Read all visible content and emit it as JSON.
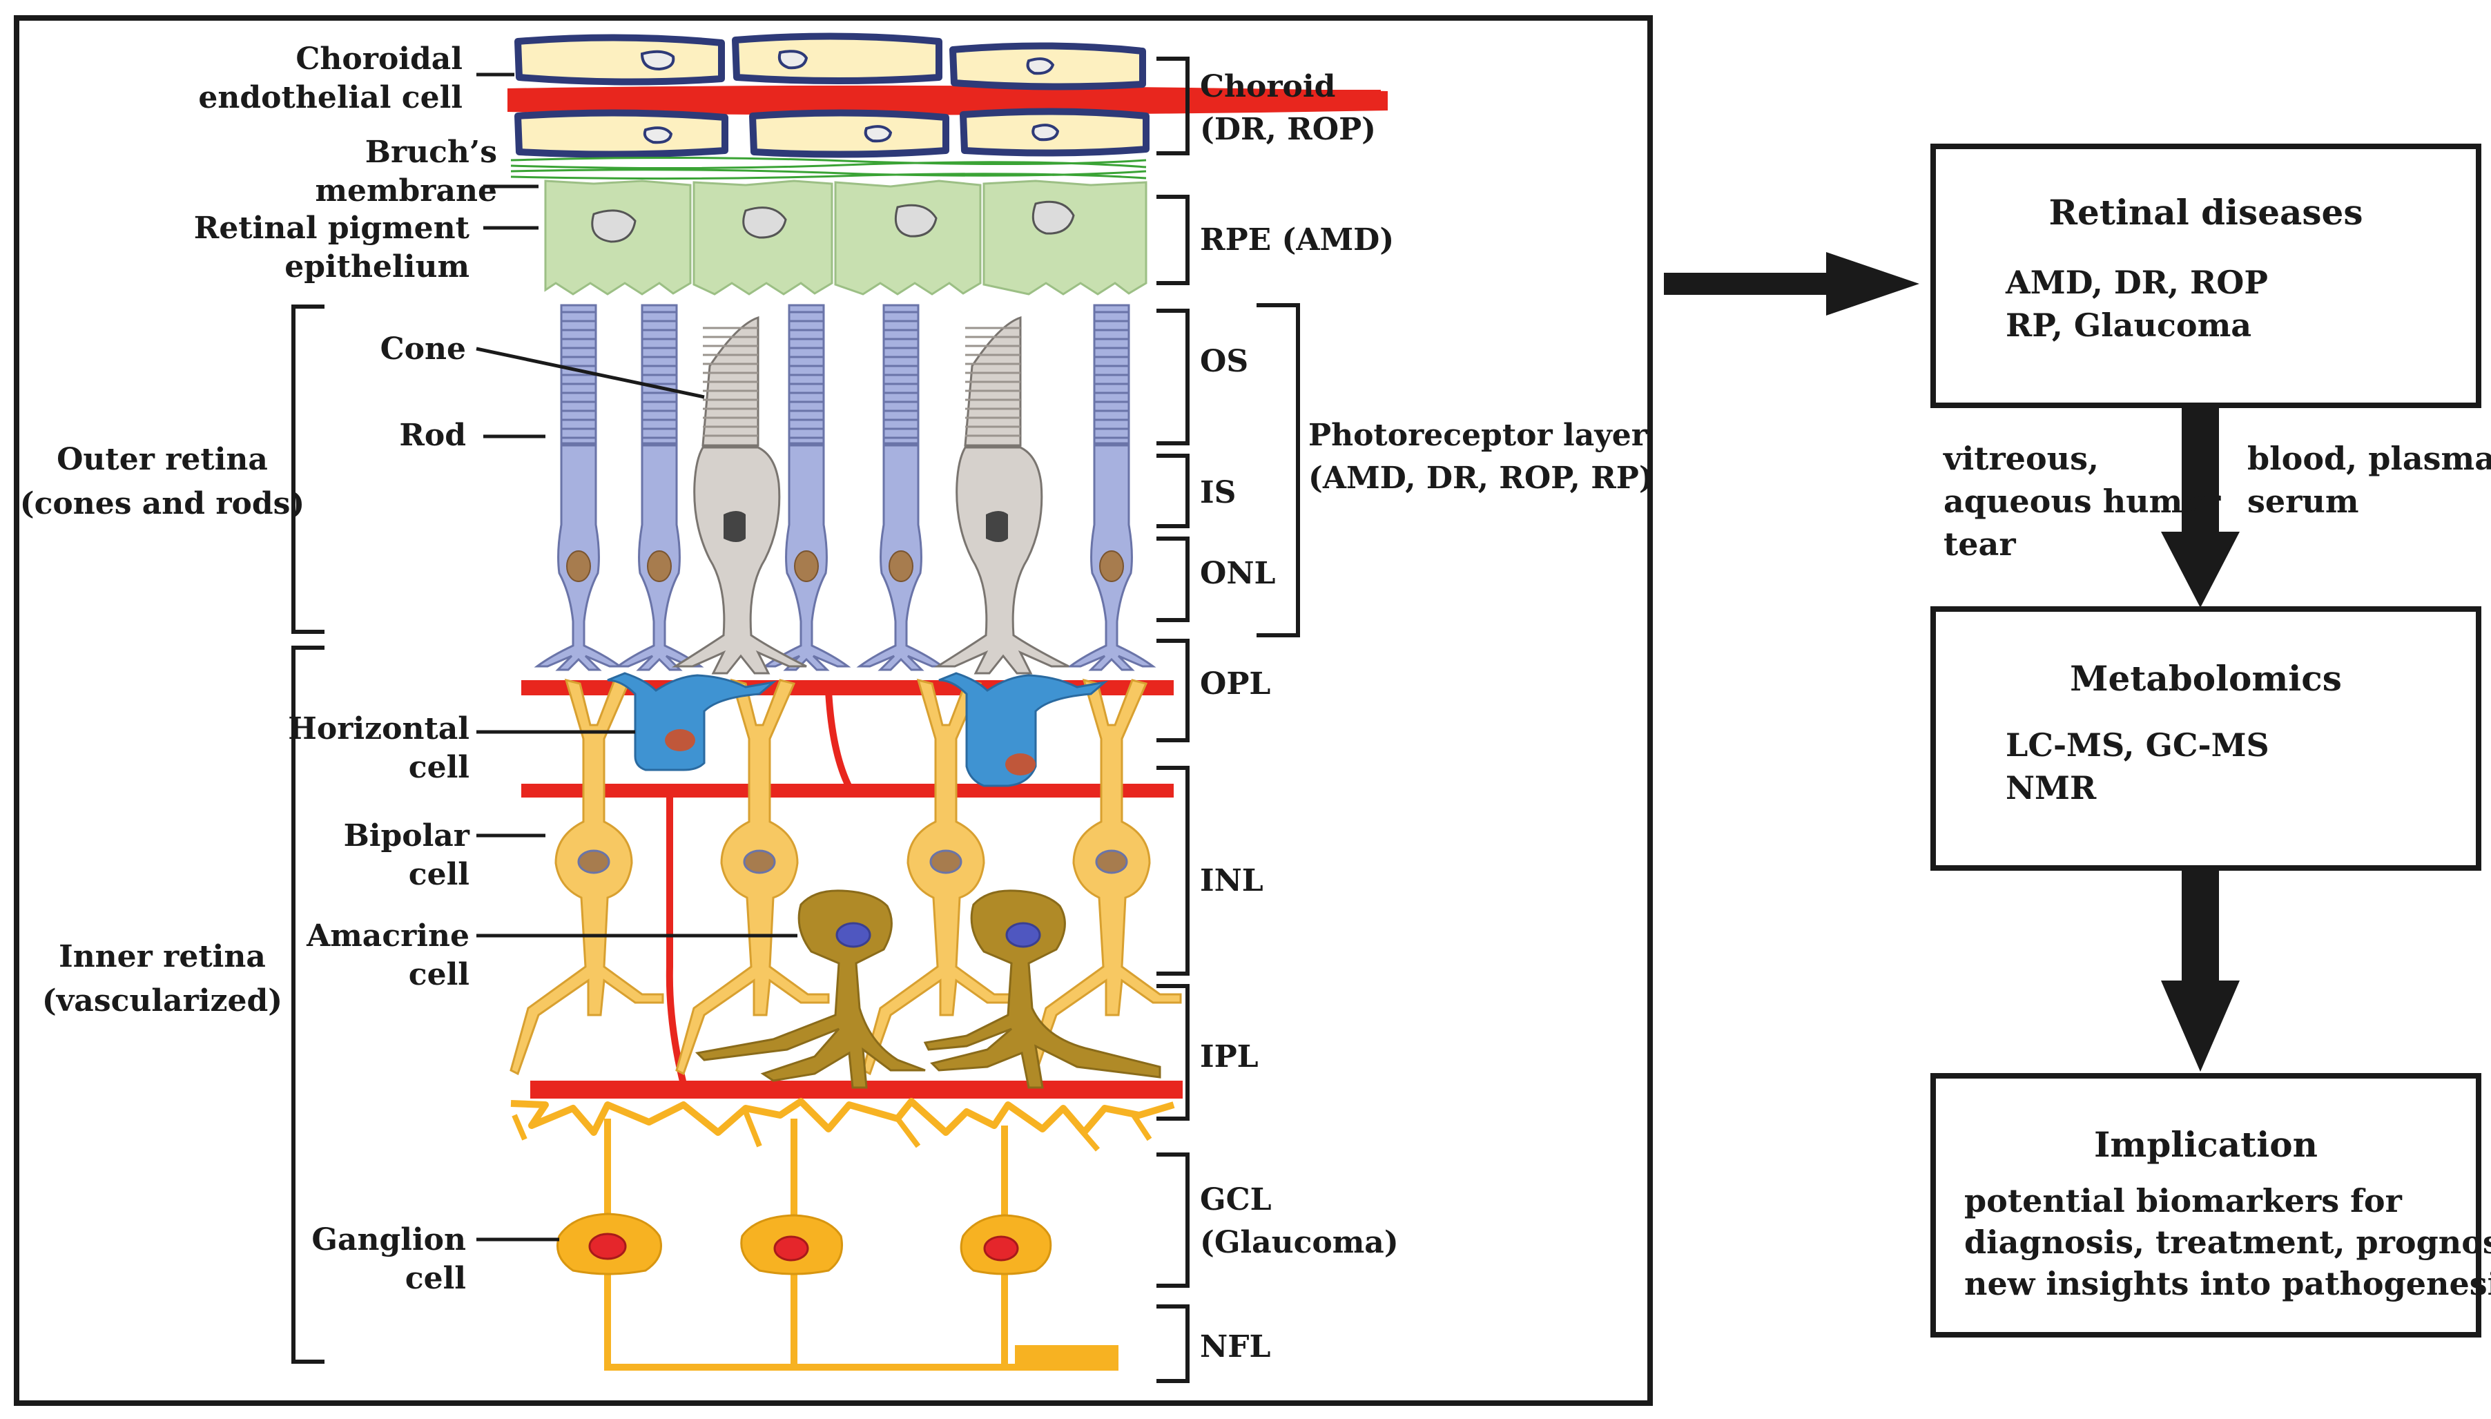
{
  "cell_labels": [
    {
      "lines": [
        "Choroidal",
        "endothelial cell"
      ]
    },
    {
      "lines": [
        "Bruch’s",
        "membrane"
      ]
    },
    {
      "lines": [
        "Retinal pigment",
        "epithelium"
      ]
    },
    {
      "lines": [
        "Cone"
      ]
    },
    {
      "lines": [
        "Rod"
      ]
    },
    {
      "lines": [
        "Horizontal",
        "cell"
      ]
    },
    {
      "lines": [
        "Bipolar",
        "cell"
      ]
    },
    {
      "lines": [
        "Amacrine",
        "cell"
      ]
    },
    {
      "lines": [
        "Ganglion",
        "cell"
      ]
    }
  ],
  "region_labels": [
    {
      "lines": [
        "Outer retina",
        "(cones and rods)"
      ]
    },
    {
      "lines": [
        "Inner retina",
        "(vascularized)"
      ]
    }
  ],
  "layer_labels": [
    {
      "lines": [
        "Choroid",
        "(DR, ROP)"
      ]
    },
    {
      "lines": [
        "RPE (AMD)"
      ]
    },
    {
      "lines": [
        "OS"
      ]
    },
    {
      "lines": [
        "IS"
      ]
    },
    {
      "lines": [
        "ONL"
      ]
    },
    {
      "lines": [
        "OPL"
      ]
    },
    {
      "lines": [
        "INL"
      ]
    },
    {
      "lines": [
        "IPL"
      ]
    },
    {
      "lines": [
        "GCL",
        "(Glaucoma)"
      ]
    },
    {
      "lines": [
        "NFL"
      ]
    }
  ],
  "photoreceptor_label": {
    "lines": [
      "Photoreceptor layer",
      "(AMD, DR, ROP, RP)"
    ]
  },
  "flow_boxes": [
    {
      "title": "Retinal diseases",
      "lines": [
        "AMD, DR, ROP",
        "RP, Glaucoma"
      ]
    },
    {
      "title": "Metabolomics",
      "lines": [
        "LC-MS,  GC-MS",
        "NMR"
      ]
    },
    {
      "title": "Implication",
      "lines": [
        "potential biomarkers for",
        "diagnosis, treatment, prognosis;",
        "new insights into pathogenesis;"
      ]
    }
  ],
  "sample_sources": {
    "left": [
      "vitreous,",
      "aqueous humor",
      "tear"
    ],
    "right": [
      "blood, plasma",
      "serum"
    ]
  },
  "colors": {
    "choroid_cell": "#fdf0c0",
    "choroid_outline": "#2e3a78",
    "vessel": "#e8261e",
    "bruch": "#3aa335",
    "rpe": "#c8e0b0",
    "rod": "#a7b1df",
    "cone": "#d6d1cc",
    "horizontal": "#3f93d2",
    "bipolar": "#f7c862",
    "amacrine": "#b08a27",
    "ganglion": "#f7b222",
    "nucleus_brown": "#a77c4e",
    "nucleus_blue": "#4f57c0",
    "nucleus_red": "#e5262b"
  }
}
